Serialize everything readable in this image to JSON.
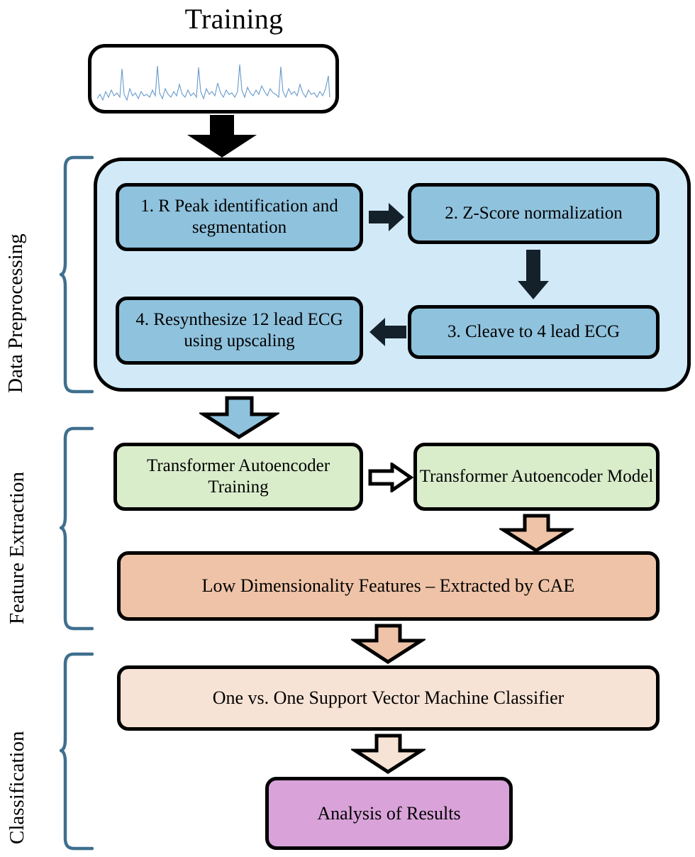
{
  "diagram": {
    "title": "Training",
    "colors": {
      "preprocess_container": "#d2eaf8",
      "preprocess_step": "#8fc2dd",
      "feature_green": "#d9edcb",
      "feature_salmon": "#efc3a7",
      "classifier_peach": "#f7e3d5",
      "results_purple": "#d9a3da",
      "brace": "#3e6f8e",
      "ecg_trace": "#6699cc",
      "outline": "#000000"
    },
    "sections": [
      {
        "label": "Data Preprocessing"
      },
      {
        "label": "Feature Extraction"
      },
      {
        "label": "Classification"
      }
    ],
    "input": {
      "name": "ecg-signal-strip",
      "caption": ""
    },
    "preprocessing_steps": [
      {
        "id": "step1",
        "label": "1. R Peak identification and segmentation"
      },
      {
        "id": "step2",
        "label": "2. Z-Score normalization"
      },
      {
        "id": "step3",
        "label": "3. Cleave to 4 lead ECG"
      },
      {
        "id": "step4",
        "label": "4. Resynthesize 12 lead ECG using upscaling"
      }
    ],
    "feature_extraction": [
      {
        "id": "tae-training",
        "label": "Transformer Autoencoder Training"
      },
      {
        "id": "tae-model",
        "label": "Transformer Autoencoder Model"
      },
      {
        "id": "low-dim-features",
        "label": "Low Dimensionality Features – Extracted by CAE"
      }
    ],
    "classification": [
      {
        "id": "svm-classifier",
        "label": "One vs. One Support Vector Machine Classifier"
      },
      {
        "id": "analysis-results",
        "label": "Analysis of Results"
      }
    ],
    "arrows": [
      {
        "id": "input-to-preprocess",
        "style": "solid-black",
        "direction": "down"
      },
      {
        "id": "step1-to-step2",
        "style": "solid-black",
        "direction": "right"
      },
      {
        "id": "step2-to-step3",
        "style": "solid-black",
        "direction": "down"
      },
      {
        "id": "step3-to-step4",
        "style": "solid-black",
        "direction": "left"
      },
      {
        "id": "preprocess-to-feature",
        "style": "filled-blue",
        "direction": "down"
      },
      {
        "id": "training-to-model",
        "style": "outline-white",
        "direction": "right"
      },
      {
        "id": "model-to-lowdim",
        "style": "filled-salmon",
        "direction": "down"
      },
      {
        "id": "lowdim-to-svm",
        "style": "filled-salmon",
        "direction": "down"
      },
      {
        "id": "svm-to-results",
        "style": "filled-peach",
        "direction": "down"
      }
    ]
  }
}
